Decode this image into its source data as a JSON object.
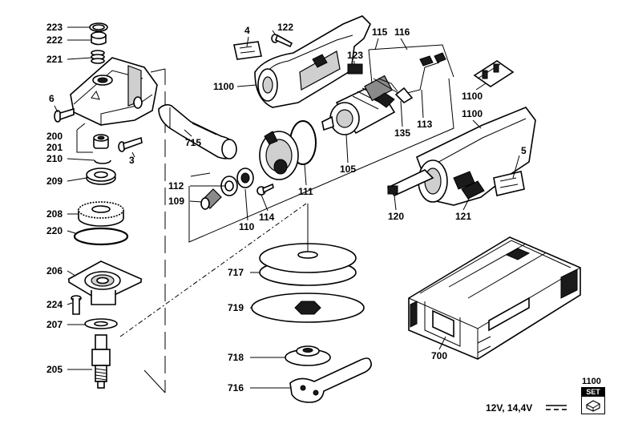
{
  "diagram": {
    "labels": {
      "p223": "223",
      "p222": "222",
      "p221": "221",
      "p6": "6",
      "p200": "200",
      "p201": "201",
      "p210": "210",
      "p3": "3",
      "p209": "209",
      "p208": "208",
      "p220": "220",
      "p206": "206",
      "p224": "224",
      "p207": "207",
      "p205": "205",
      "p4": "4",
      "p122": "122",
      "p1100a": "1100",
      "p715": "715",
      "p112": "112",
      "p109": "109",
      "p110": "110",
      "p114": "114",
      "p111": "111",
      "p105": "105",
      "p115": "115",
      "p116": "116",
      "p123": "123",
      "p135": "135",
      "p113": "113",
      "p1100b": "1100",
      "p1100c": "1100",
      "p5": "5",
      "p120": "120",
      "p121": "121",
      "p717": "717",
      "p719": "719",
      "p718": "718",
      "p716": "716",
      "p700": "700"
    },
    "footer": {
      "set_code": "1100",
      "set_label": "SET",
      "voltage": "12V, 14,4V"
    }
  }
}
